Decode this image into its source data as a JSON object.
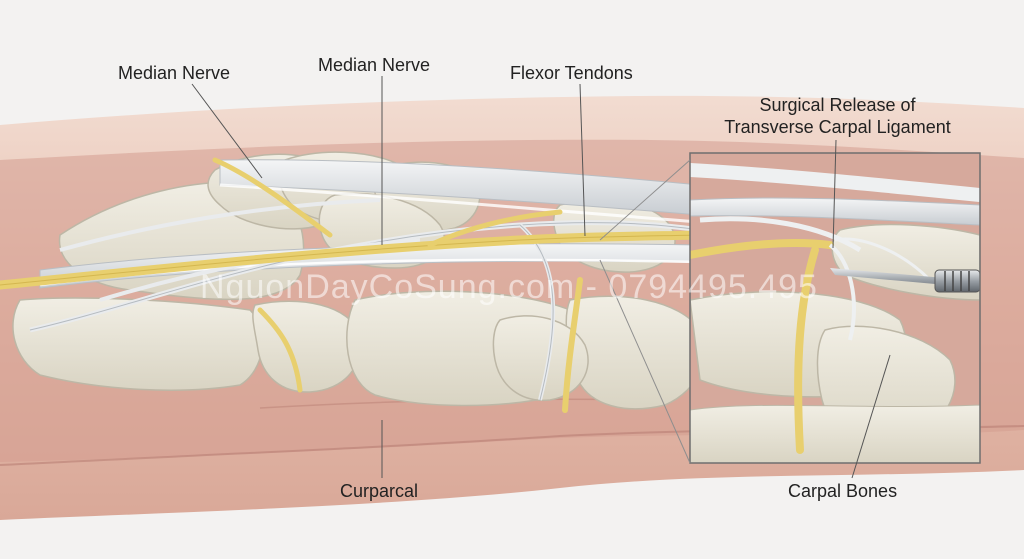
{
  "labels": {
    "median_nerve_left": "Median Nerve",
    "median_nerve_center": "Median Nerve",
    "flexor_tendons": "Flexor Tendons",
    "surgical_release_line1": "Surgical Release of",
    "surgical_release_line2": "Transverse Carpal Ligament",
    "curparcal": "Curparcal",
    "carpal_bones": "Carpal Bones"
  },
  "watermark": "NguonDayCoSung.com - 0794495.495",
  "colors": {
    "background": "#f3f2f1",
    "skin": "#e8c4b4",
    "skin_dark": "#c9948a",
    "bone": "#e7e3d6",
    "nerve": "#e8cf6e",
    "tendon": "#d9dde1",
    "label_text": "#222222",
    "leader_line": "#555555"
  }
}
